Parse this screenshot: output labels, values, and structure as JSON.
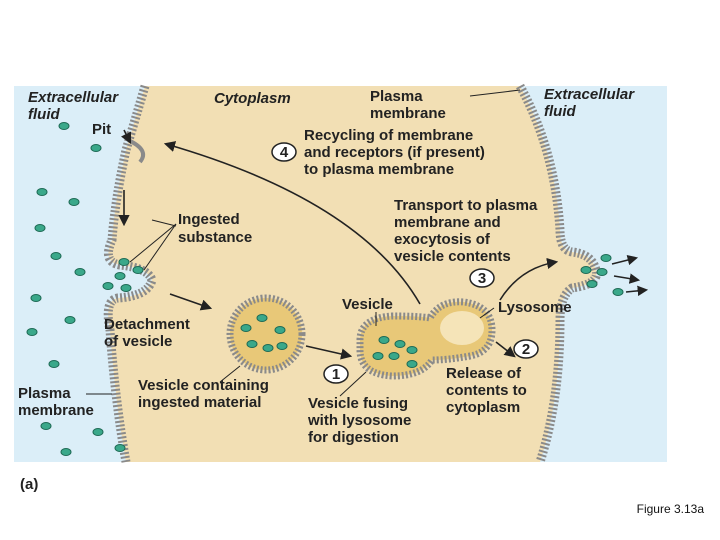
{
  "labels": {
    "extracellular_fluid_left": [
      "Extracellular",
      "fluid"
    ],
    "cytoplasm": "Cytoplasm",
    "plasma_membrane_top": [
      "Plasma",
      "membrane"
    ],
    "extracellular_fluid_right": [
      "Extracellular",
      "fluid"
    ],
    "pit": "Pit",
    "step4_number": "4",
    "step4_text": [
      "and receptors (if present)",
      "to plasma membrane"
    ],
    "recycling": "Recycling of membrane",
    "ingested_substance": [
      "Ingested",
      "substance"
    ],
    "transport": [
      "Transport to plasma",
      "membrane and",
      "exocytosis of",
      "vesicle contents"
    ],
    "step3_number": "3",
    "vesicle": "Vesicle",
    "lysosome": "Lysosome",
    "detachment": [
      "Detachment",
      "of vesicle"
    ],
    "step2_number": "2",
    "step1_number": "1",
    "release": [
      "Release of",
      "contents to",
      "cytoplasm"
    ],
    "plasma_membrane_bottom": [
      "Plasma",
      "membrane"
    ],
    "vesicle_containing": [
      "Vesicle containing",
      "ingested material"
    ],
    "vesicle_fusing": [
      "Vesicle fusing",
      "with lysosome",
      "for digestion"
    ]
  },
  "panel_letter": "(a)",
  "figure_caption": "Figure 3.13a",
  "colors": {
    "extracellular": "#dbeef8",
    "cytoplasm": "#f2dfb4",
    "membrane": "#8a8a8a",
    "particle": "#3aa88a",
    "vesicle_fill": "#e8c878",
    "lysosome_fill": "#f5e4b8"
  }
}
